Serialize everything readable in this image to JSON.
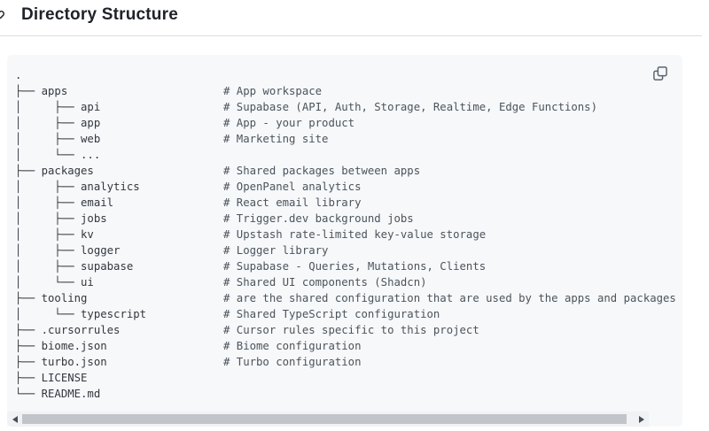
{
  "heading": {
    "title": "Directory Structure"
  },
  "icons": {
    "anchor": "link-icon",
    "copy": "copy-icon",
    "scroll_left": "left-arrow",
    "scroll_right": "right-arrow"
  },
  "colors": {
    "code_background": "#f6f8fa",
    "code_text": "#32383f",
    "heading_text": "#1f2328",
    "icon_gray": "#59636e",
    "scrollbar_thumb": "#c1c5ca"
  },
  "tree": {
    "rows": [
      {
        "tree": ".",
        "comment": ""
      },
      {
        "tree": "├── apps",
        "comment": "# App workspace"
      },
      {
        "tree": "│     ├── api",
        "comment": "# Supabase (API, Auth, Storage, Realtime, Edge Functions)"
      },
      {
        "tree": "│     ├── app",
        "comment": "# App - your product"
      },
      {
        "tree": "│     ├── web",
        "comment": "# Marketing site"
      },
      {
        "tree": "│     └── ...",
        "comment": ""
      },
      {
        "tree": "├── packages",
        "comment": "# Shared packages between apps"
      },
      {
        "tree": "│     ├── analytics",
        "comment": "# OpenPanel analytics"
      },
      {
        "tree": "│     ├── email",
        "comment": "# React email library"
      },
      {
        "tree": "│     ├── jobs",
        "comment": "# Trigger.dev background jobs"
      },
      {
        "tree": "│     ├── kv",
        "comment": "# Upstash rate-limited key-value storage"
      },
      {
        "tree": "│     ├── logger",
        "comment": "# Logger library"
      },
      {
        "tree": "│     ├── supabase",
        "comment": "# Supabase - Queries, Mutations, Clients"
      },
      {
        "tree": "│     └── ui",
        "comment": "# Shared UI components (Shadcn)"
      },
      {
        "tree": "├── tooling",
        "comment": "# are the shared configuration that are used by the apps and packages"
      },
      {
        "tree": "│     └── typescript",
        "comment": "# Shared TypeScript configuration"
      },
      {
        "tree": "├── .cursorrules",
        "comment": "# Cursor rules specific to this project"
      },
      {
        "tree": "├── biome.json",
        "comment": "# Biome configuration"
      },
      {
        "tree": "├── turbo.json",
        "comment": "# Turbo configuration"
      },
      {
        "tree": "├── LICENSE",
        "comment": ""
      },
      {
        "tree": "└── README.md",
        "comment": ""
      }
    ]
  }
}
